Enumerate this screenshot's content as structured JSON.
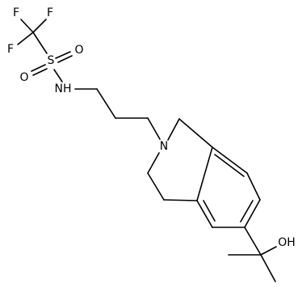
{
  "structure": {
    "atoms": {
      "F1": "F",
      "F2": "F",
      "F3": "F",
      "S": "S",
      "O1": "O",
      "O2": "O",
      "NH": "NH",
      "N": "N",
      "OH": "OH"
    }
  }
}
